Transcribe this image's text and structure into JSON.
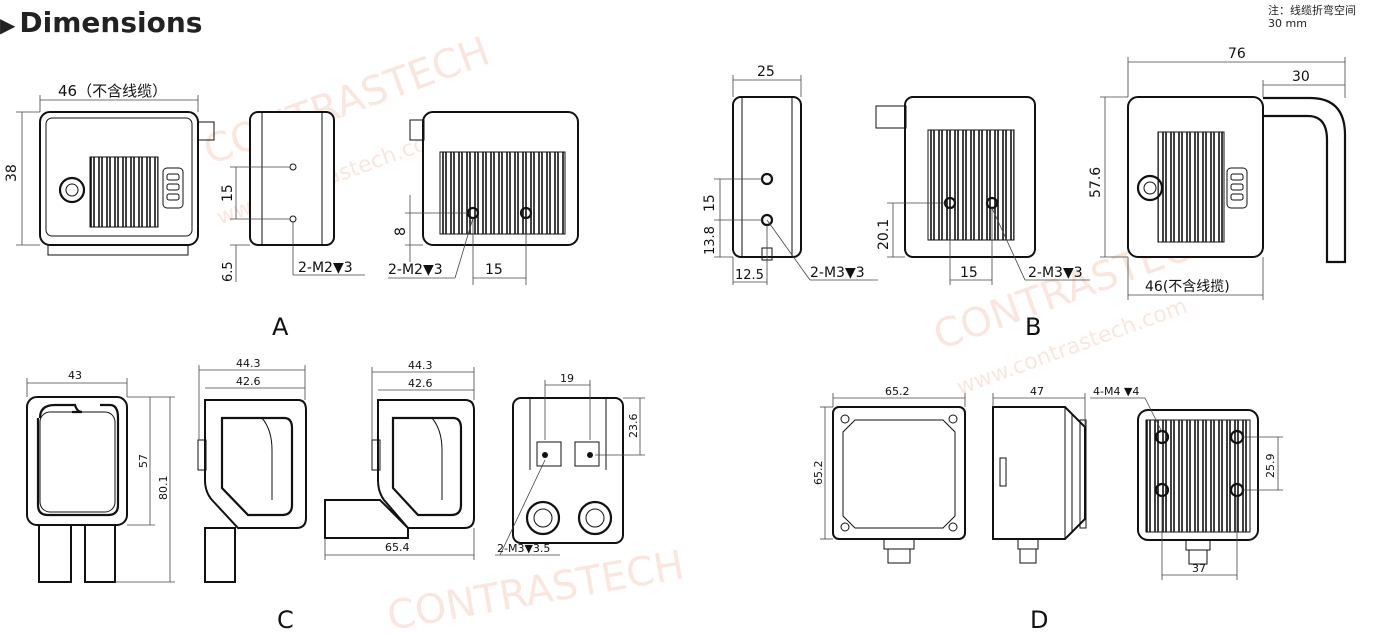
{
  "header": {
    "arrow": "▶",
    "title": "Dimensions"
  },
  "note": {
    "line1": "注：线缆折弯空间",
    "line2": "30 mm"
  },
  "watermark": {
    "brand": "CONTRASTECH",
    "url": "www.contrastech.com"
  },
  "panels": {
    "A": {
      "label": "A",
      "dims": {
        "width": "46（不含线缆）",
        "height": "38",
        "hole_spacing": "15",
        "bottom_offset": "6.5",
        "hole_offset": "8",
        "thread_side": "2-M2▼3",
        "thread_back": "2-M2▼3",
        "back_spacing": "15"
      }
    },
    "B": {
      "label": "B",
      "dims": {
        "depth": "25",
        "hole_spacing": "15",
        "bottom_offset": "13.8",
        "horizontal_offset": "12.5",
        "thread_side": "2-M3▼3",
        "hole_height": "20.1",
        "back_spacing": "15",
        "thread_back": "2-M3▼3",
        "total_width": "76",
        "cable_bend": "30",
        "height": "57.6",
        "body_width": "46(不含线揽)"
      }
    },
    "C": {
      "label": "C",
      "dims": {
        "width": "43",
        "body_height": "57",
        "total_height": "80.1",
        "depth_total": "44.3",
        "depth_body": "42.6",
        "depth_total_2": "44.3",
        "depth_body_2": "42.6",
        "bent_length": "65.4",
        "hole_spacing": "19",
        "hole_height": "23.6",
        "thread": "2-M3▼3.5"
      }
    },
    "D": {
      "label": "D",
      "dims": {
        "width": "65.2",
        "height": "65.2",
        "depth": "47",
        "thread": "4-M4 ▼4",
        "hole_vertical": "25.9",
        "hole_horizontal": "37"
      }
    }
  }
}
